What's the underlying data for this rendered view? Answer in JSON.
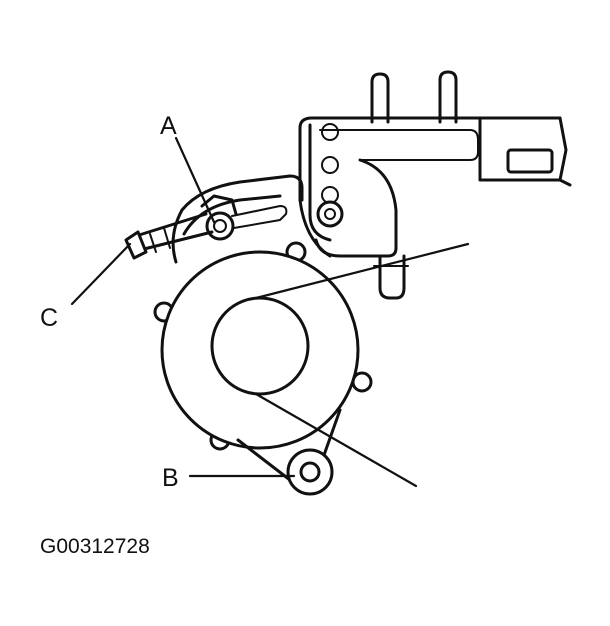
{
  "figure": {
    "callouts": {
      "a": "A",
      "b": "B",
      "c": "C"
    },
    "figure_code": "G00312728"
  }
}
